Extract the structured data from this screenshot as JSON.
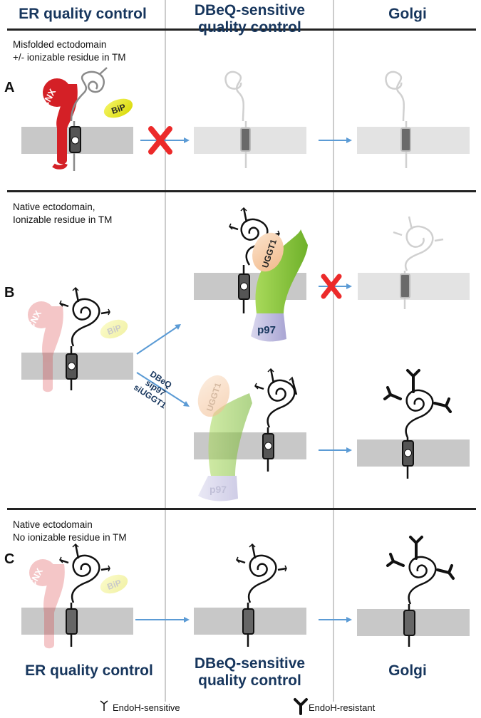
{
  "columns": {
    "er": "ER quality control",
    "dbeq": "DBeQ-sensitive quality control",
    "golgi": "Golgi"
  },
  "panels": {
    "a": {
      "letter": "A",
      "line1": "Misfolded ectodomain",
      "line2": "+/- ionizable residue in TM"
    },
    "b": {
      "letter": "B",
      "line1": "Native ectodomain,",
      "line2": "Ionizable residue in TM",
      "treatments": [
        "DBeQ",
        "sip97",
        "siUGGT1"
      ]
    },
    "c": {
      "letter": "C",
      "line1": "Native ectodomain",
      "line2": "No ionizable residue in TM"
    }
  },
  "labels": {
    "cnx": "CNX",
    "bip": "BiP",
    "uggt1": "UGGT1",
    "p97": "p97",
    "tm_charge": "−"
  },
  "legend": {
    "sensitive": "EndoH-sensitive",
    "resistant": "EndoH-resistant"
  },
  "colors": {
    "header_text": "#17365d",
    "cnx": "#d42026",
    "bip": "#eaea1c",
    "uggt1": "#f6cda6",
    "p97_body": "#8cc63f",
    "p97_cap": "#b9b6dc",
    "membrane": "#c8c8c8",
    "arrow": "#5b9bd5",
    "block_cross": "#ec2a2a"
  },
  "icons": {
    "block": "red-x-icon",
    "sensitive_glycan": "y-glycan-thin-icon",
    "resistant_glycan": "y-glycan-bold-icon"
  }
}
